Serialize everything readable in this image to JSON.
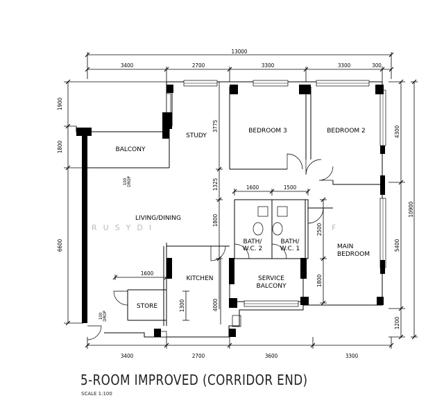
{
  "title": "5-ROOM IMPROVED (CORRIDOR END)",
  "scale": "SCALE  1:100",
  "watermark_left": "RUSYDI",
  "watermark_right": "F",
  "dims": {
    "overall_top": "13000",
    "top": [
      "3400",
      "2700",
      "3300",
      "3300",
      "300"
    ],
    "bottom": [
      "3400",
      "2700",
      "3600",
      "3300"
    ],
    "left": [
      "1900",
      "1800",
      "6600"
    ],
    "right": [
      "4300",
      "5400",
      "1200"
    ],
    "overall_right": "10900",
    "study_v": "3775",
    "upper_v": "1325",
    "bath_v": "1800",
    "kitchen_v": "4000",
    "store_v": "1300",
    "bath_w1": "1600",
    "bath_w2": "1500",
    "store_w": "1600",
    "main_v1": "2500",
    "main_v2": "1800"
  },
  "rooms": {
    "study": "STUDY",
    "bedroom3": "BEDROOM  3",
    "bedroom2": "BEDROOM  2",
    "balcony": "BALCONY",
    "living": "LIVING/DINING",
    "bath2a": "BATH/",
    "bath2b": "W.C. 2",
    "bath1a": "BATH/",
    "bath1b": "W.C. 1",
    "main_a": "MAIN",
    "main_b": "BEDROOM",
    "kitchen": "KITCHEN",
    "service_a": "SERVICE",
    "service_b": "BALCONY",
    "store": "STORE",
    "drop1": "100",
    "drop1b": "DROP",
    "drop2": "100",
    "drop2b": "DROP"
  }
}
